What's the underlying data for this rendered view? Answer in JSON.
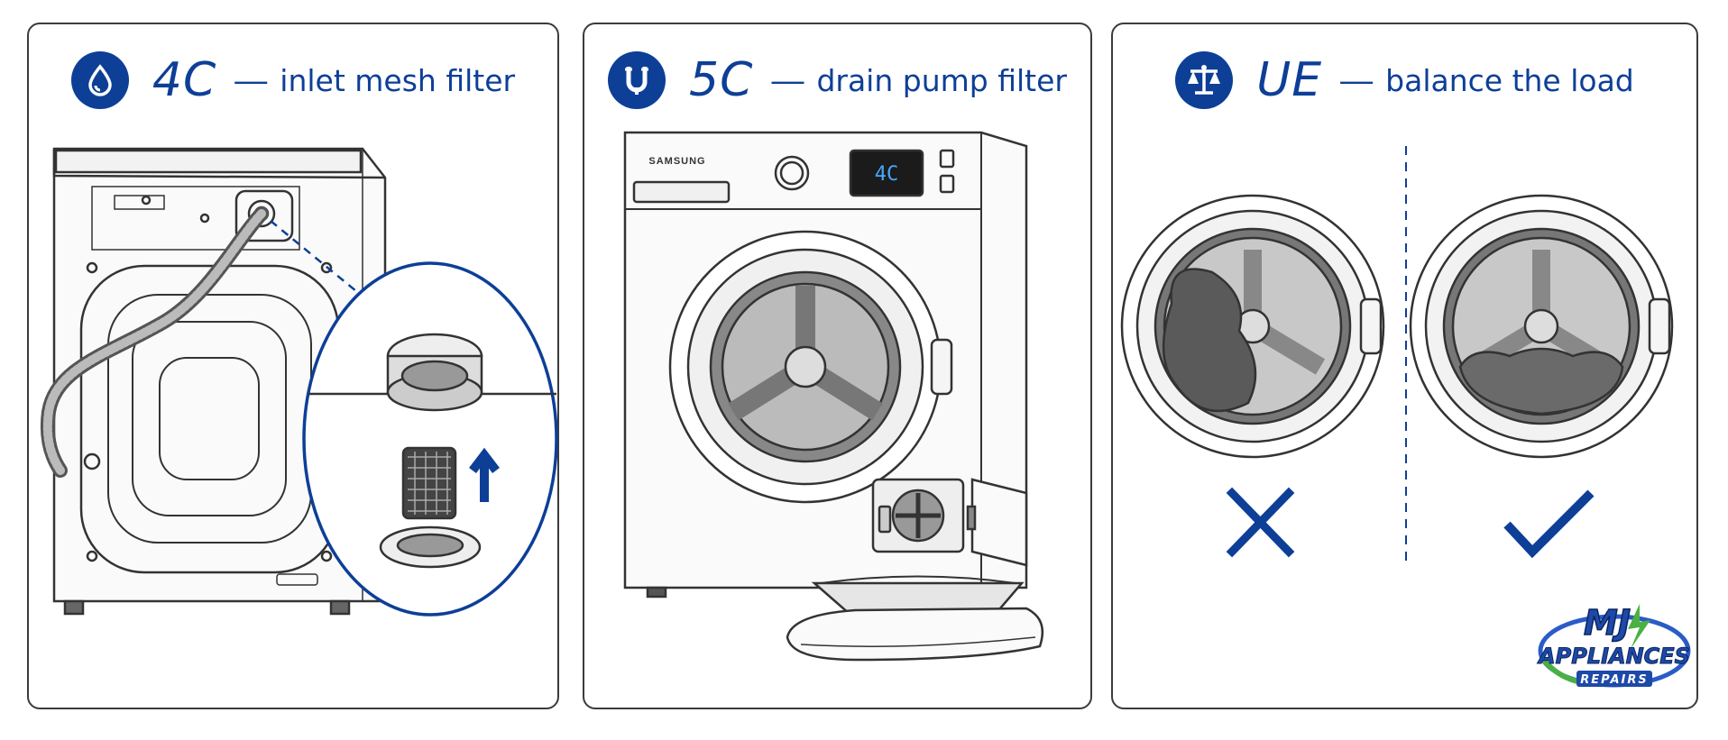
{
  "panels": [
    {
      "code": "4C",
      "dash": "—",
      "description": "inlet mesh filter",
      "icon": "water-drop-icon"
    },
    {
      "code": "5C",
      "dash": "—",
      "description": "drain pump filter",
      "icon": "drain-pipe-icon",
      "machine_brand": "SAMSUNG",
      "display_code": "4C"
    },
    {
      "code": "UE",
      "dash": "—",
      "description": "balance the load",
      "icon": "scales-icon",
      "wrong_mark": "cross-icon",
      "right_mark": "check-icon"
    }
  ],
  "logo": {
    "line1": "MJ",
    "line2": "APPLIANCES",
    "line3": "REPAIRS"
  },
  "colors": {
    "accent": "#0d3f97",
    "outline": "#3b3b3b"
  }
}
